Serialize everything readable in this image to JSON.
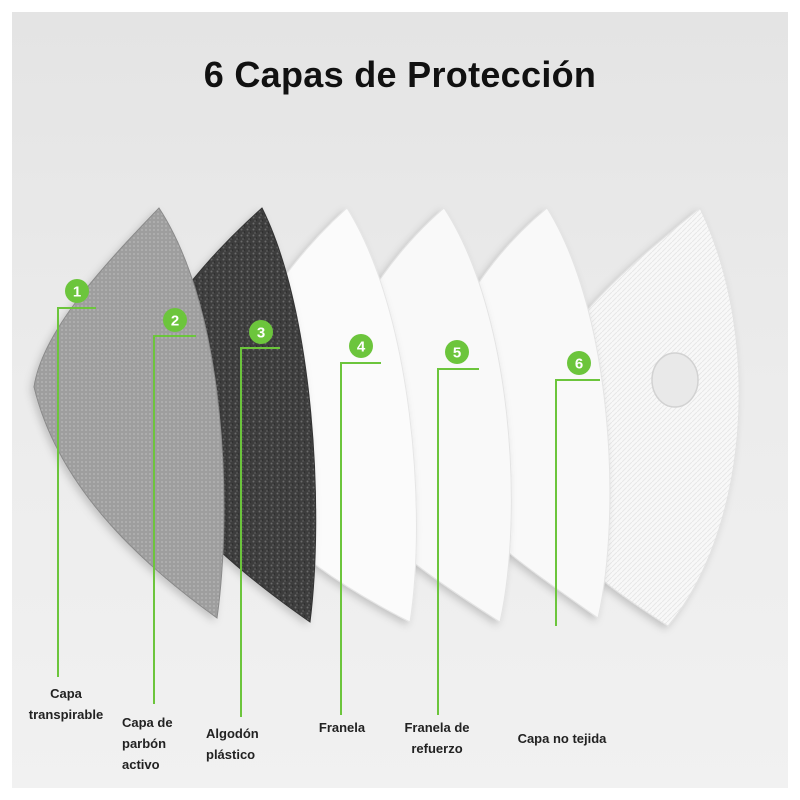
{
  "title": "6 Capas de Protección",
  "colors": {
    "background": "#ebebeb",
    "accent_green": "#6cc53c",
    "layer_gray": "#9d9d9d",
    "layer_carbon": "#454545",
    "layer_white": "#f7f7f7"
  },
  "layers": [
    {
      "number": "1",
      "label": "Capa transpirable"
    },
    {
      "number": "2",
      "label": "Capa de parbón activo"
    },
    {
      "number": "3",
      "label": "Algodón plástico"
    },
    {
      "number": "4",
      "label": "Franela"
    },
    {
      "number": "5",
      "label": "Franela de refuerzo"
    },
    {
      "number": "6",
      "label": "Capa no tejida"
    }
  ]
}
